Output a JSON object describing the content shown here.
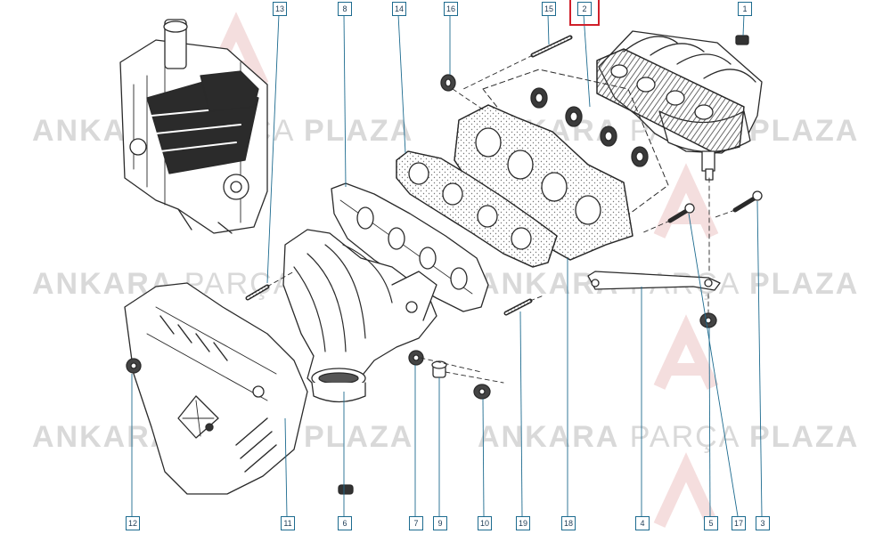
{
  "watermark": {
    "part1": "ANKARA",
    "part2": "PARÇA",
    "part3": "PLAZA",
    "logo_letters": "AP",
    "color": "#d9d9d9"
  },
  "callouts": {
    "top": [
      "13",
      "8",
      "14",
      "16",
      "15",
      "2",
      "1"
    ],
    "bottom": [
      "12",
      "11",
      "6",
      "7",
      "9",
      "10",
      "19",
      "18",
      "4",
      "5",
      "17",
      "3"
    ]
  },
  "highlight": {
    "label": "2",
    "color": "#d01f2a"
  },
  "colors": {
    "line": "#2a2a2a",
    "callout_border": "#1d6b8f",
    "leader": "#1d6b8f"
  }
}
